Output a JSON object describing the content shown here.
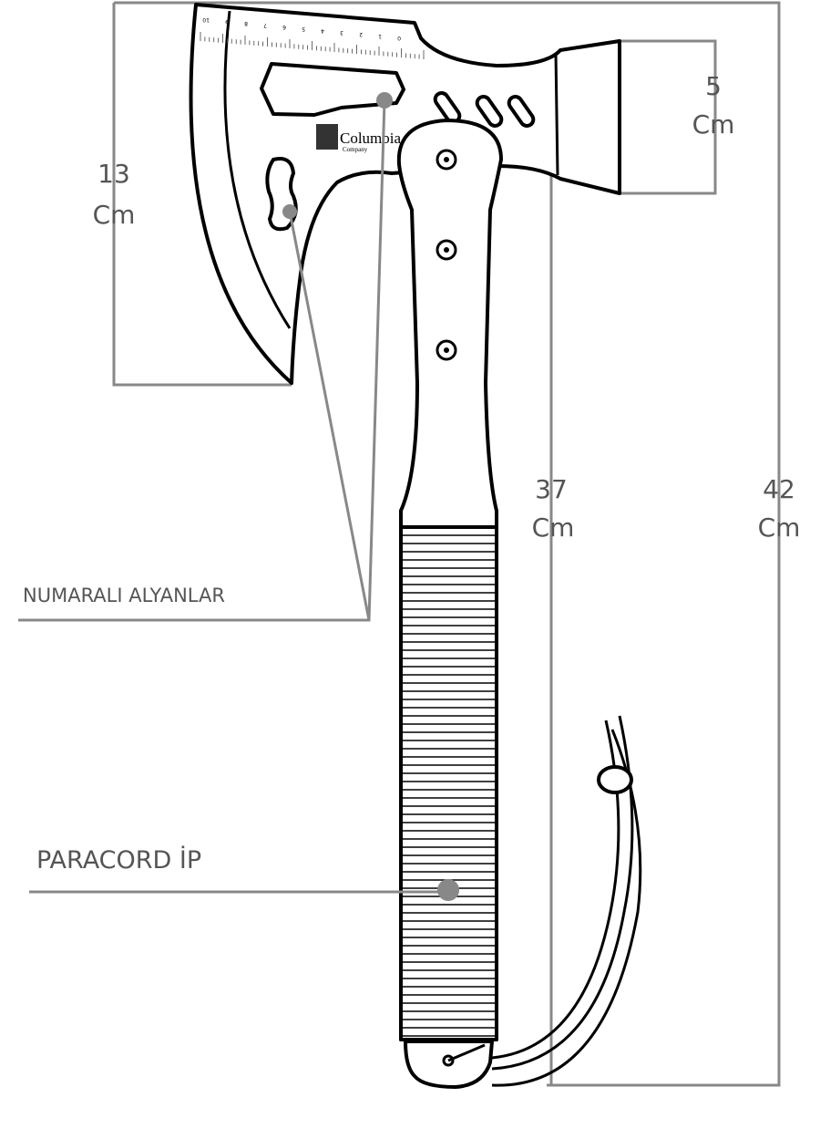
{
  "dimensions": {
    "blade_height": {
      "value": "13",
      "unit": "Cm"
    },
    "poll_height": {
      "value": "5",
      "unit": "Cm"
    },
    "handle_length": {
      "value": "37",
      "unit": "Cm"
    },
    "total_length": {
      "value": "42",
      "unit": "Cm"
    }
  },
  "callouts": {
    "hex_keys": "NUMARALI ALYANLAR",
    "paracord": "PARACORD İP"
  },
  "logo": {
    "name": "Columbia",
    "sub": "Company"
  },
  "ruler_numbers": [
    "10",
    "9",
    "8",
    "7",
    "6",
    "5",
    "4",
    "3",
    "2",
    "1",
    "0"
  ],
  "colors": {
    "dimension_line": "#888888",
    "text": "#555555",
    "outline": "#000000"
  }
}
